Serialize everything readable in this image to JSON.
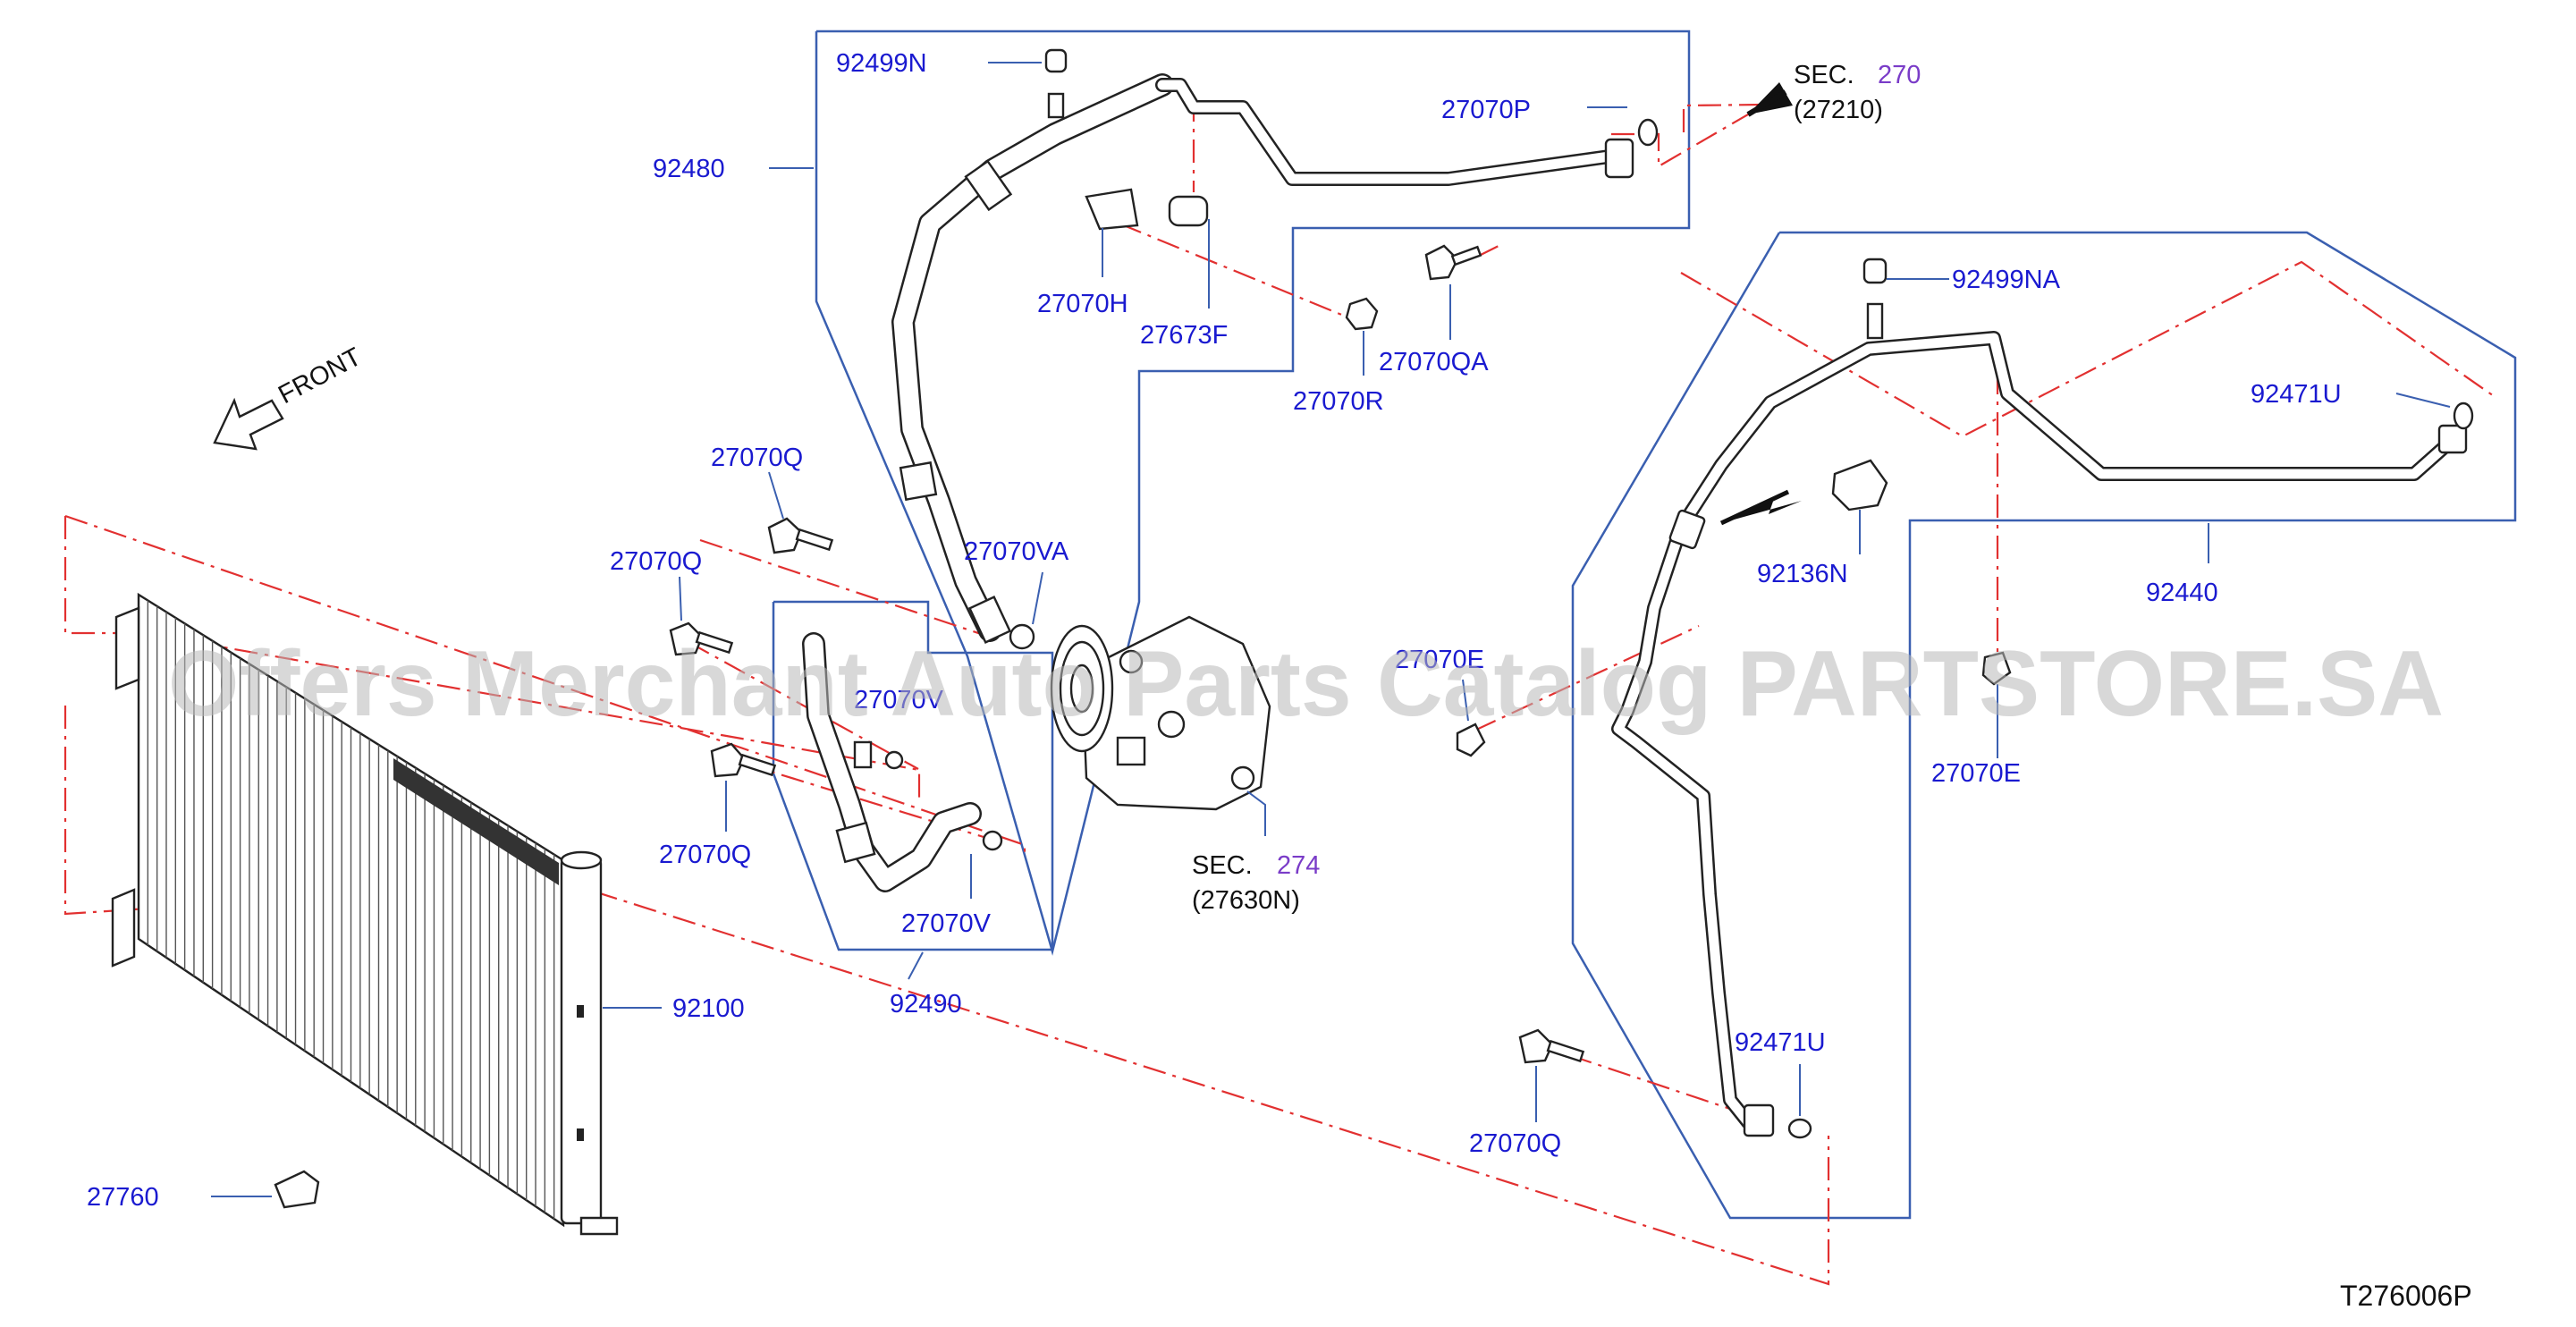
{
  "labels": {
    "p92499N": "92499N",
    "p92480": "92480",
    "p27070H": "27070H",
    "p27673F": "27673F",
    "p27070R": "27070R",
    "p27070QA": "27070QA",
    "p27070P": "27070P",
    "p92499NA": "92499NA",
    "p92471U_top": "92471U",
    "p92136N": "92136N",
    "p92440": "92440",
    "p27070E_right": "27070E",
    "p27070E_mid": "27070E",
    "p27070Q_a": "27070Q",
    "p27070Q_b": "27070Q",
    "p27070Q_c": "27070Q",
    "p27070Q_d": "27070Q",
    "p27070VA": "27070VA",
    "p27070V_hidden": "27070V",
    "p27070V": "27070V",
    "p92490": "92490",
    "p92100": "92100",
    "p27760": "27760",
    "p92471U_bottom": "92471U"
  },
  "sections": {
    "sec270": {
      "prefix": "SEC.",
      "number": "270",
      "ref": "(27210)"
    },
    "sec274": {
      "prefix": "SEC.",
      "number": "274",
      "ref": "(27630N)"
    }
  },
  "front_label": "FRONT",
  "diagram_code": "T276006P",
  "watermark": "Offers Merchant Auto Parts Catalog PARTSTORE.SA",
  "colors": {
    "label_blue": "#1a1ad0",
    "section_purple": "#7a3cc8",
    "leader_blue": "#3a5fb0",
    "centerline_red": "#e23030",
    "watermark_gray": "#b8b8b8"
  }
}
